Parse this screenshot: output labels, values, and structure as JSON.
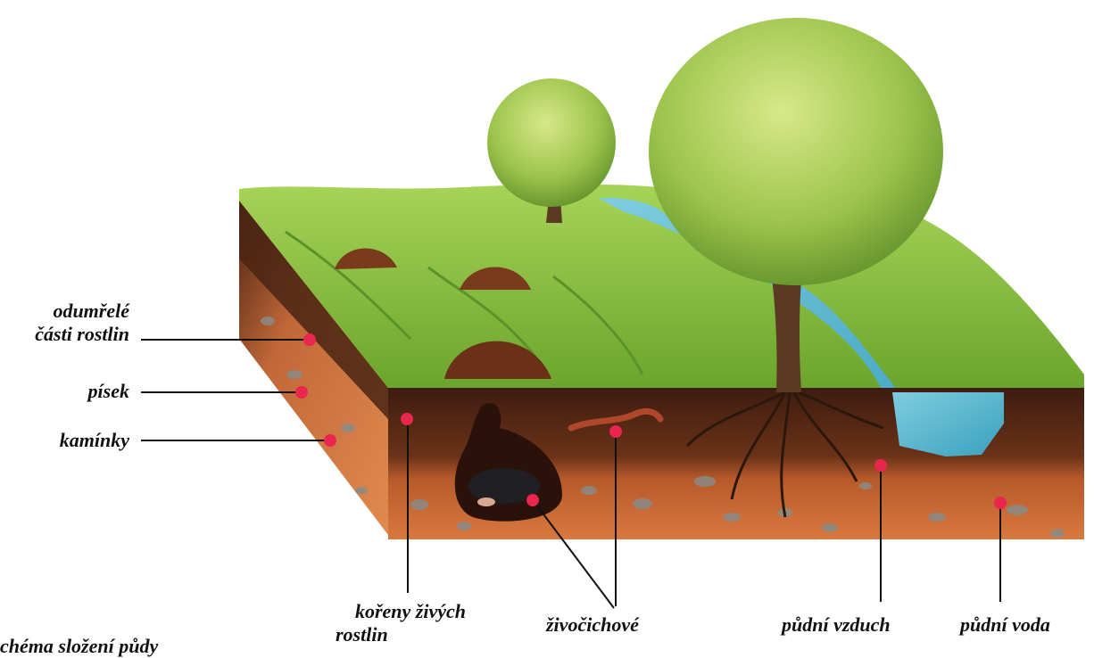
{
  "labels": {
    "dead_plant_parts_line1": "odumřelé",
    "dead_plant_parts_line2": "části rostlin",
    "sand": "písek",
    "pebbles": "kamínky",
    "living_roots_line1": "kořeny živých",
    "living_roots_line2": "rostlin",
    "animals": "živočichové",
    "soil_air": "půdní vzduch",
    "soil_water": "půdní voda",
    "caption_partial": "chéma složení půdy"
  },
  "colors": {
    "marker": "#e8264e",
    "grass": "#8cc43c",
    "topsoil": "#4a2414",
    "subsoil": "#c96a35",
    "water": "#5ab7cf"
  }
}
